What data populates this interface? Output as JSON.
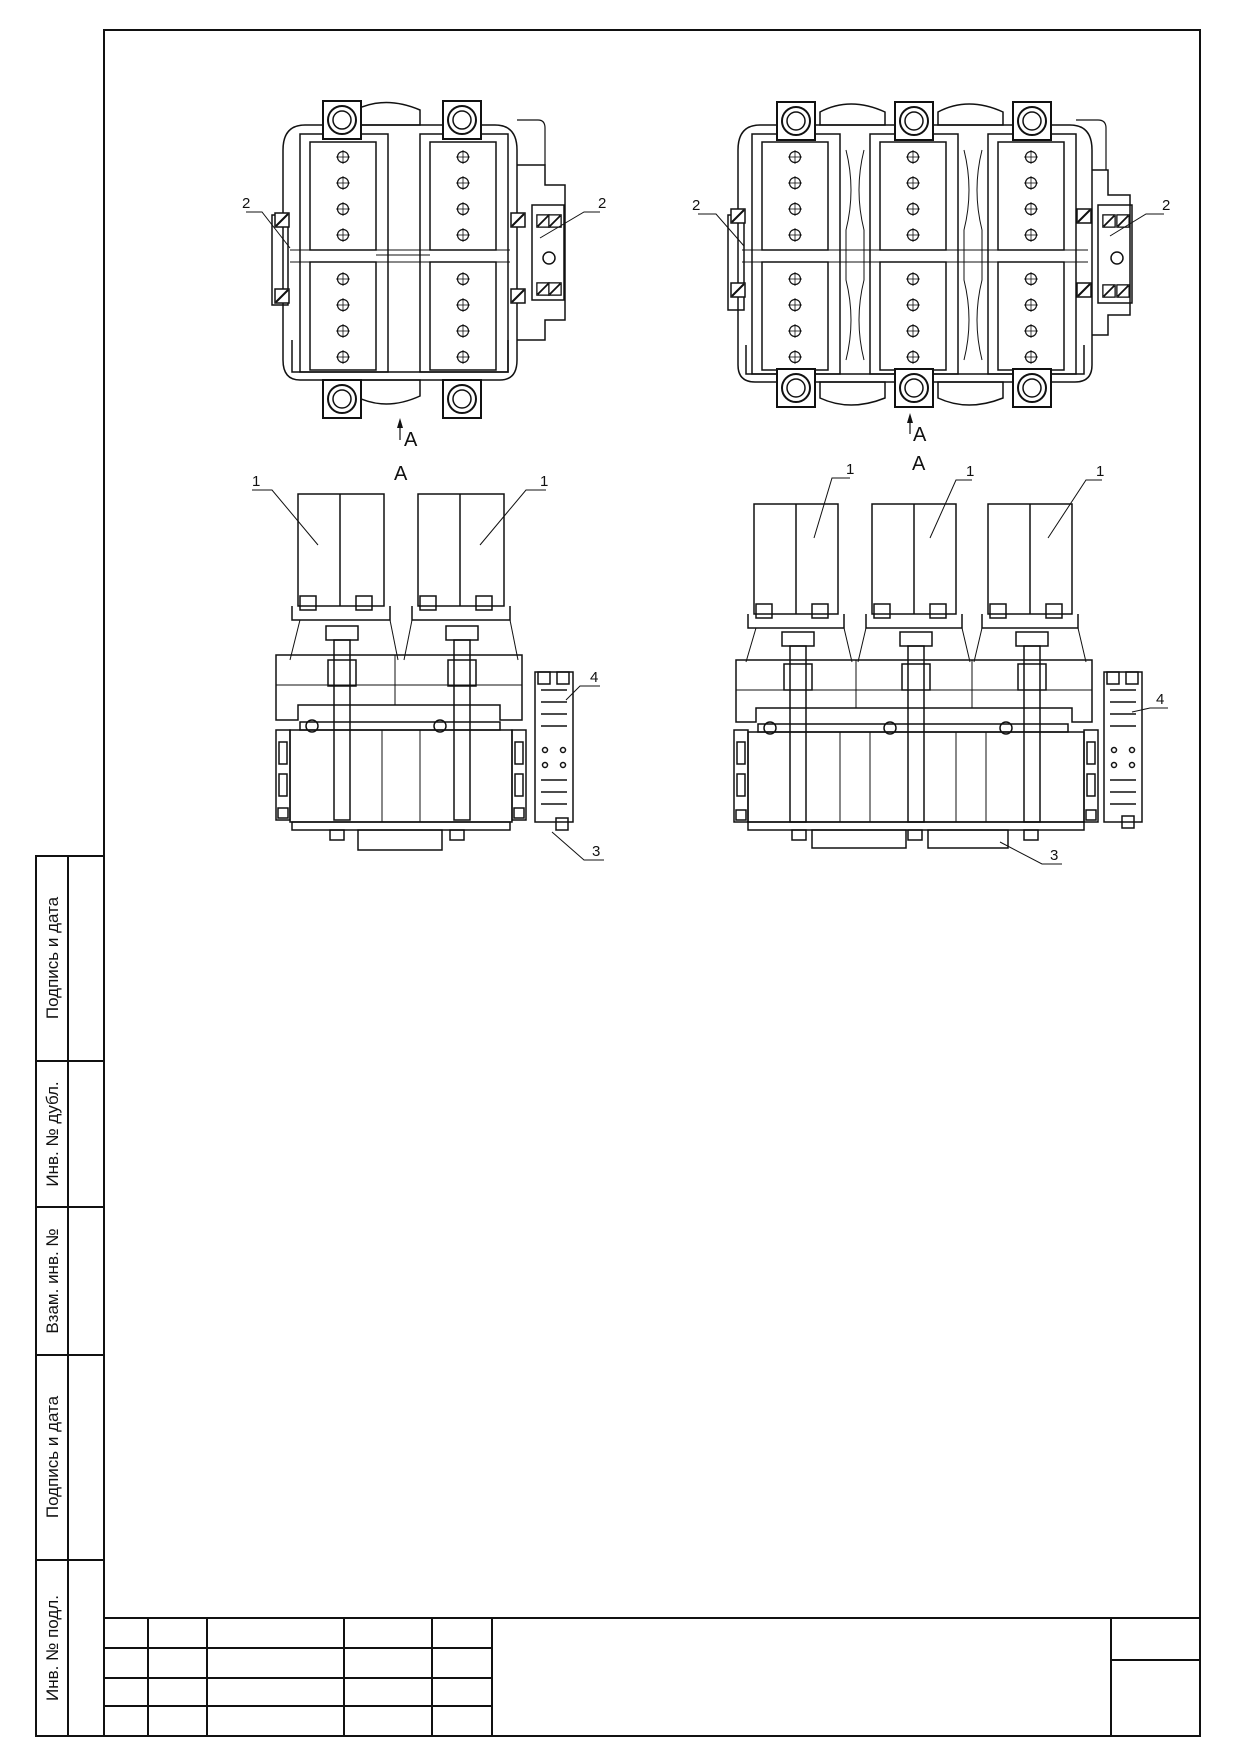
{
  "sheet": {
    "side_stamp": {
      "cells": [
        "Подпись и дата",
        "Инв. № дубл.",
        "Взам. инв. №",
        "Подпись и дата",
        "Инв. № подл."
      ]
    }
  },
  "view_left": {
    "view_mark_top": "A",
    "view_title": "A",
    "plan_callouts": [
      "2",
      "2"
    ],
    "elevation_callouts": [
      "1",
      "1",
      "4",
      "3"
    ]
  },
  "view_right": {
    "view_mark_top": "A",
    "view_title": "A",
    "plan_callouts": [
      "2",
      "2"
    ],
    "elevation_callouts": [
      "1",
      "1",
      "1",
      "4",
      "3"
    ]
  }
}
